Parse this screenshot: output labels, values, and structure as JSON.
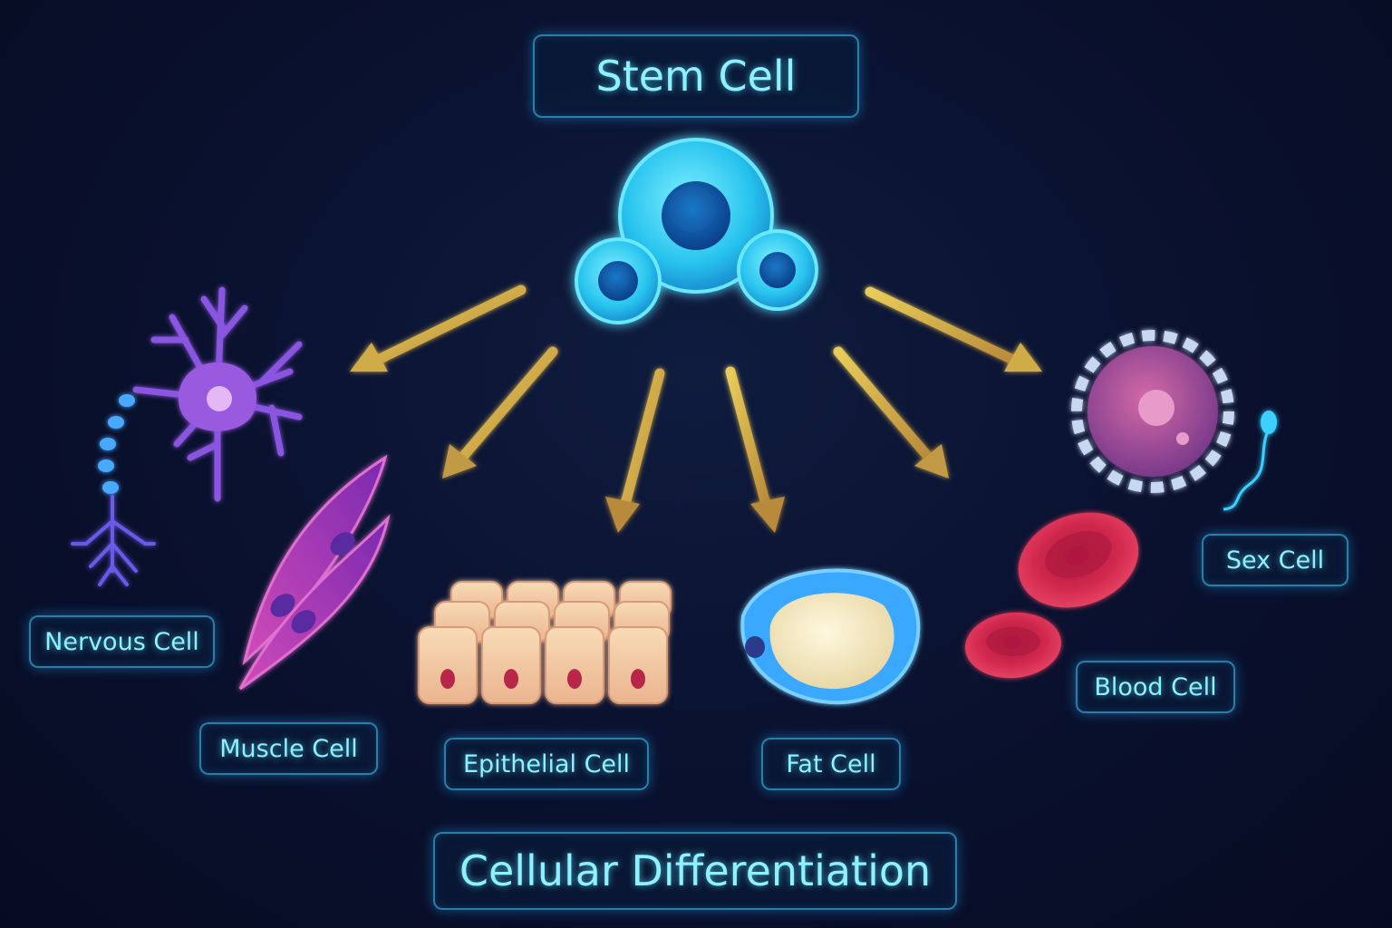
{
  "title": "Stem Cell",
  "footer": "Cellular Differentiation",
  "cells": {
    "nervous": "Nervous Cell",
    "muscle": "Muscle Cell",
    "epithelial": "Epithelial Cell",
    "fat": "Fat Cell",
    "blood": "Blood Cell",
    "sex": "Sex Cell"
  },
  "colors": {
    "background": "#0a1230",
    "label_text": "#8ff0ff",
    "label_border": "#3cc8f0",
    "arrow": "#d8b84a",
    "stem_cell": "#2ec8f0",
    "nervous_cell": "#9a5ae0",
    "muscle_cell": "#a63ab8",
    "epithelial_cell": "#f2c9a0",
    "fat_cell": "#f5ecc4",
    "blood_cell": "#d4264a",
    "sex_cell": "#b8509a"
  }
}
